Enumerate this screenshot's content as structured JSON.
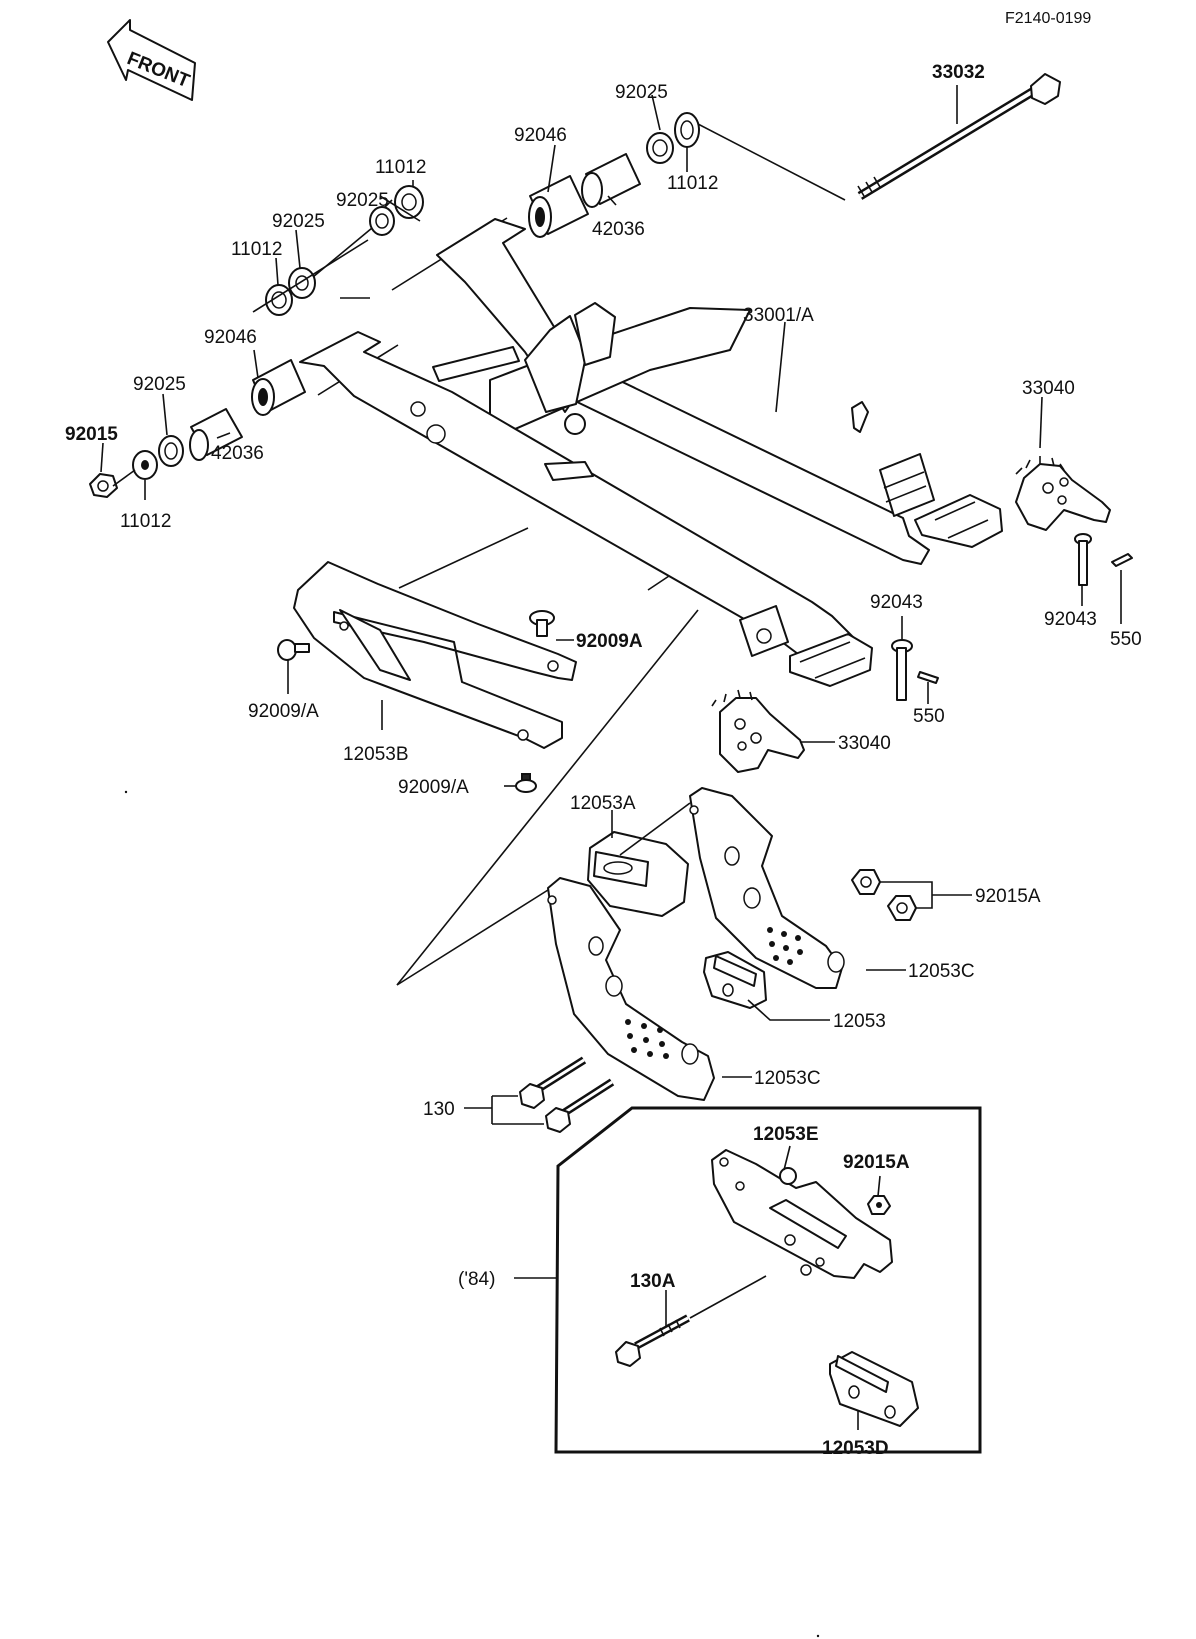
{
  "drawing_code": "F2140-0199",
  "front_label": "FRONT",
  "labels": {
    "p33032": "33032",
    "p92025_top": "92025",
    "p92046_top": "92046",
    "p11012_top_right": "11012",
    "p42036_top": "42036",
    "p11012_mid": "11012",
    "p92025_mid": "92025",
    "p92025_left": "92025",
    "p11012_left": "11012",
    "p33001A": "33001/A",
    "p92046_left": "92046",
    "p92025_low": "92025",
    "p92015": "92015",
    "p42036_left": "42036",
    "p11012_bottom": "11012",
    "p33040_right": "33040",
    "p92043_mid": "92043",
    "p92043_right": "92043",
    "p550_right": "550",
    "p550_mid": "550",
    "p92009A": "92009A",
    "p92009A_left": "92009/A",
    "p12053B": "12053B",
    "p33040_mid": "33040",
    "p92009A_low": "92009/A",
    "p12053A": "12053A",
    "p92015A": "92015A",
    "p12053C_upper": "12053C",
    "p12053": "12053",
    "p12053C_lower": "12053C",
    "p130": "130",
    "p12053E": "12053E",
    "p92015A_box": "92015A",
    "p84": "('84)",
    "p130A": "130A",
    "p12053D": "12053D"
  }
}
